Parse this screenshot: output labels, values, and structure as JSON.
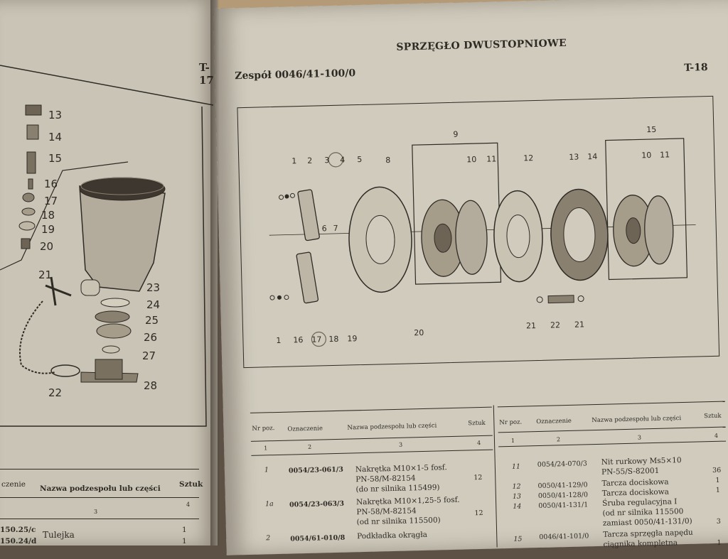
{
  "left_page": {
    "page_code": "T-17",
    "callouts": [
      "13",
      "14",
      "15",
      "16",
      "17",
      "18",
      "19",
      "20",
      "21",
      "22",
      "23",
      "24",
      "25",
      "26",
      "27",
      "28"
    ],
    "table_headers": {
      "col_name": "Nazwa podzespołu lub części",
      "col_qty": "Sztuk",
      "col_desc_partial": "czenie"
    },
    "column_number": "3",
    "column_number_4": "4",
    "rows": [
      {
        "code": "150.25/c",
        "name": "Tulejka",
        "qty": "1"
      },
      {
        "code": "150.24/d",
        "name": "",
        "qty": "1"
      }
    ]
  },
  "right_page": {
    "title": "SPRZĘGŁO DWUSTOPNIOWE",
    "assembly": "Zespół 0046/41-100/0",
    "page_code": "T-18",
    "diagram_callouts": [
      "1",
      "2",
      "3",
      "4",
      "5",
      "6",
      "7",
      "8",
      "9",
      "10",
      "11",
      "12",
      "13",
      "14",
      "15",
      "10",
      "11",
      "16",
      "17",
      "18",
      "19",
      "20",
      "21",
      "22",
      "21",
      "1"
    ],
    "table_left": {
      "headers": {
        "pos": "Nr poz.",
        "code": "Oznaczenie",
        "name": "Nazwa podzespołu lub części",
        "qty": "Sztuk"
      },
      "col_numbers": [
        "1",
        "2",
        "3",
        "4"
      ],
      "rows": [
        {
          "pos": "1",
          "code": "0054/23-061/3",
          "lines": [
            "Nakrętka M10×1-5 fosf.",
            "PN-58/M-82154",
            "(do nr silnika 115499)"
          ],
          "qty": "12"
        },
        {
          "pos": "1a",
          "code": "0054/23-063/3",
          "lines": [
            "Nakrętka M10×1,25-5 fosf.",
            "PN-58/M-82154",
            "(od nr silnika 115500)"
          ],
          "qty": "12"
        },
        {
          "pos": "2",
          "code": "0054/61-010/8",
          "lines": [
            "Podkładka okrągła"
          ],
          "qty": ""
        }
      ]
    },
    "table_right": {
      "headers": {
        "pos": "Nr poz.",
        "code": "Oznaczenie",
        "name": "Nazwa podzespołu lub części",
        "qty": "Sztuk"
      },
      "col_numbers": [
        "1",
        "2",
        "3",
        "4"
      ],
      "rows": [
        {
          "pos": "11",
          "code": "0054/24-070/3",
          "lines": [
            "Nit rurkowy Ms5×10",
            "PN-55/S-82001"
          ],
          "qty": "36"
        },
        {
          "pos": "12",
          "code": "0050/41-129/0",
          "lines": [
            "Tarcza dociskowa"
          ],
          "qty": "1"
        },
        {
          "pos": "13",
          "code": "0050/41-128/0",
          "lines": [
            "Tarcza dociskowa"
          ],
          "qty": "1"
        },
        {
          "pos": "14",
          "code": "0050/41-131/1",
          "lines": [
            "Śruba regulacyjna I",
            "(od nr silnika 115500",
            "zamiast 0050/41-131/0)"
          ],
          "qty": "3"
        },
        {
          "pos": "15",
          "code": "0046/41-101/0",
          "lines": [
            "Tarcza sprzęgła napędu",
            "ciągnika kompletna"
          ],
          "qty": "1"
        }
      ]
    }
  }
}
